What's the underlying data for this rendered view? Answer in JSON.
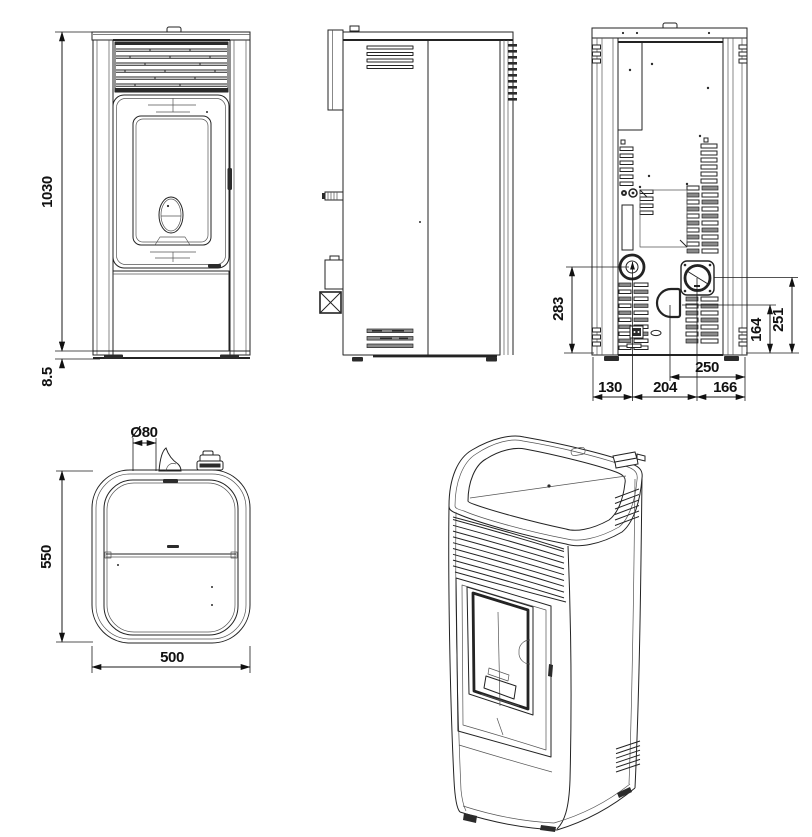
{
  "drawing": {
    "type": "technical-dimension-drawing",
    "subject": "pellet stove, five orthographic and perspective views",
    "colors": {
      "background": "#ffffff",
      "line": "#232323",
      "text": "#111111"
    },
    "dimensions": {
      "front_total_height": "1030",
      "front_base_height": "8.5",
      "rear_flue_center_height": "283",
      "rear_inlet_center_height": "164",
      "rear_outlet_center_height": "251",
      "rear_outlet_span": "250",
      "rear_span_left": "130",
      "rear_span_center": "204",
      "rear_span_right": "166",
      "top_flue_diameter": "Ø80",
      "top_depth": "550",
      "top_width": "500"
    }
  }
}
